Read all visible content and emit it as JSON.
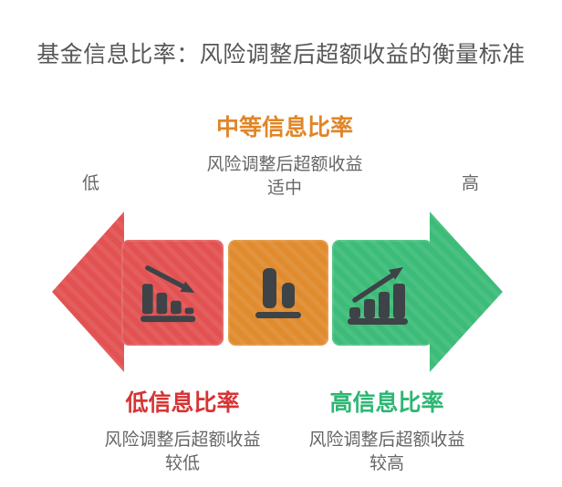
{
  "title": "基金信息比率：风险调整后超额收益的衡量标准",
  "axis": {
    "left_label": "低",
    "right_label": "高"
  },
  "sections": {
    "medium": {
      "heading": "中等信息比率",
      "desc_line1": "风险调整后超额收益",
      "desc_line2": "适中",
      "icon": "bar-chart-icon"
    },
    "low": {
      "heading": "低信息比率",
      "desc_line1": "风险调整后超额收益",
      "desc_line2": "较低",
      "icon": "declining-bar-chart-icon"
    },
    "high": {
      "heading": "高信息比率",
      "desc_line1": "风险调整后超额收益",
      "desc_line2": "较高",
      "icon": "rising-bar-chart-icon"
    }
  },
  "colors": {
    "low_fill": "#e25252",
    "medium_fill": "#e08b2e",
    "high_fill": "#3cbc78",
    "low_heading_text": "#d63434",
    "medium_heading_text": "#df8628",
    "high_heading_text": "#2eb673",
    "icon_glyph": "#3e4347",
    "title_text": "#575757",
    "body_text": "#666666"
  }
}
